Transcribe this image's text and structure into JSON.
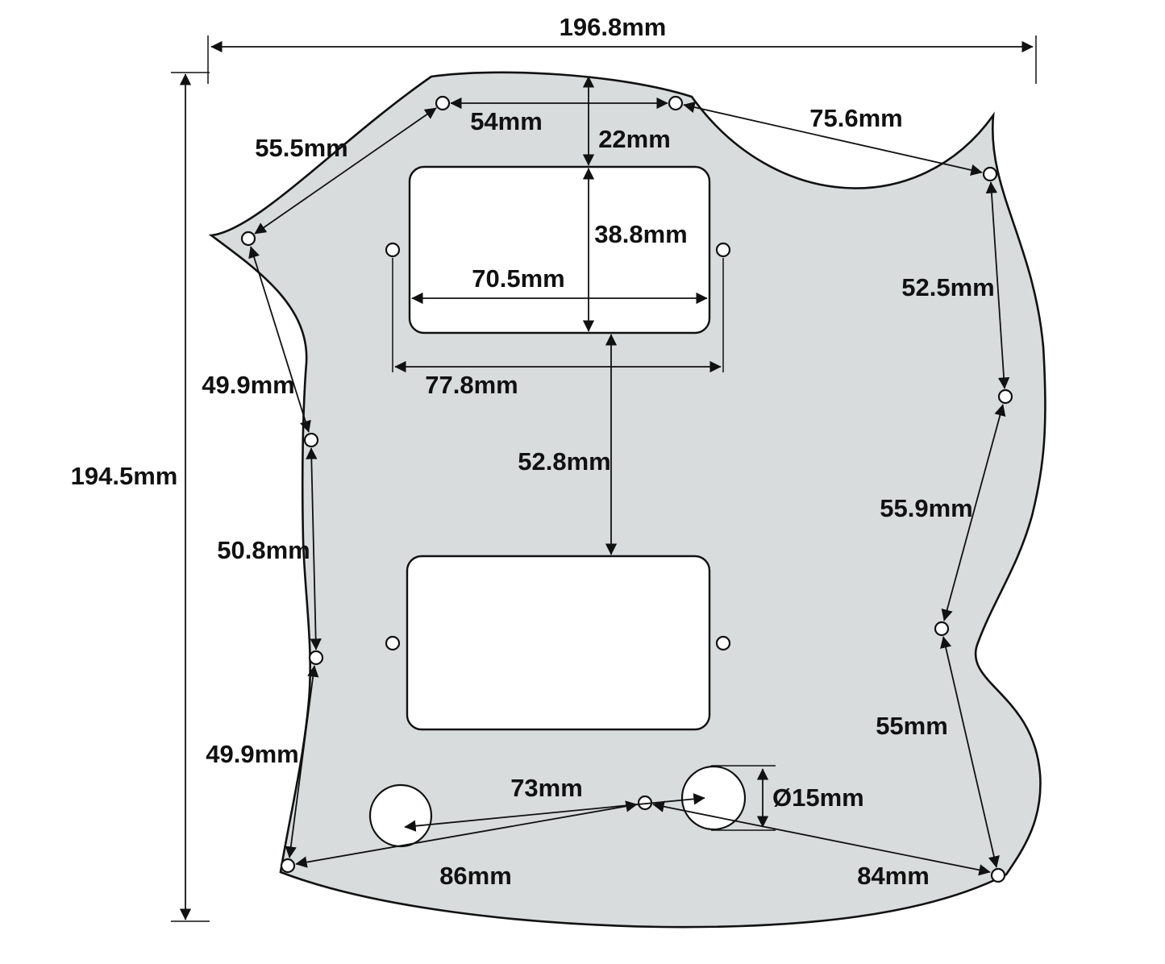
{
  "diagram": {
    "title": "SG full-face pickguard dimension drawing",
    "background": "#ffffff",
    "pickguard_fill": "#d8dcdd",
    "outline_color": "#111111"
  },
  "labels": {
    "overall_width": "196.8mm",
    "overall_height": "194.5mm",
    "upper_left_screw_diag": "55.5mm",
    "top_screw_span": "54mm",
    "top_edge_to_pickup": "22mm",
    "upper_right_screw_diag": "75.6mm",
    "pickup_cutout_height": "38.8mm",
    "pickup_cutout_width": "70.5mm",
    "right_upper_screw_span": "52.5mm",
    "pickup_screw_span": "77.8mm",
    "left_upper_screw_span": "49.9mm",
    "pickup_to_pickup": "52.8mm",
    "right_mid_screw_span": "55.9mm",
    "left_mid_screw_span": "50.8mm",
    "right_lower_screw_span": "55mm",
    "left_lower_screw_span": "49.9mm",
    "pot_center_span": "73mm",
    "pot_hole_diameter": "Ø15mm",
    "bottom_left_screw_diag": "86mm",
    "bottom_right_screw_diag": "84mm"
  }
}
